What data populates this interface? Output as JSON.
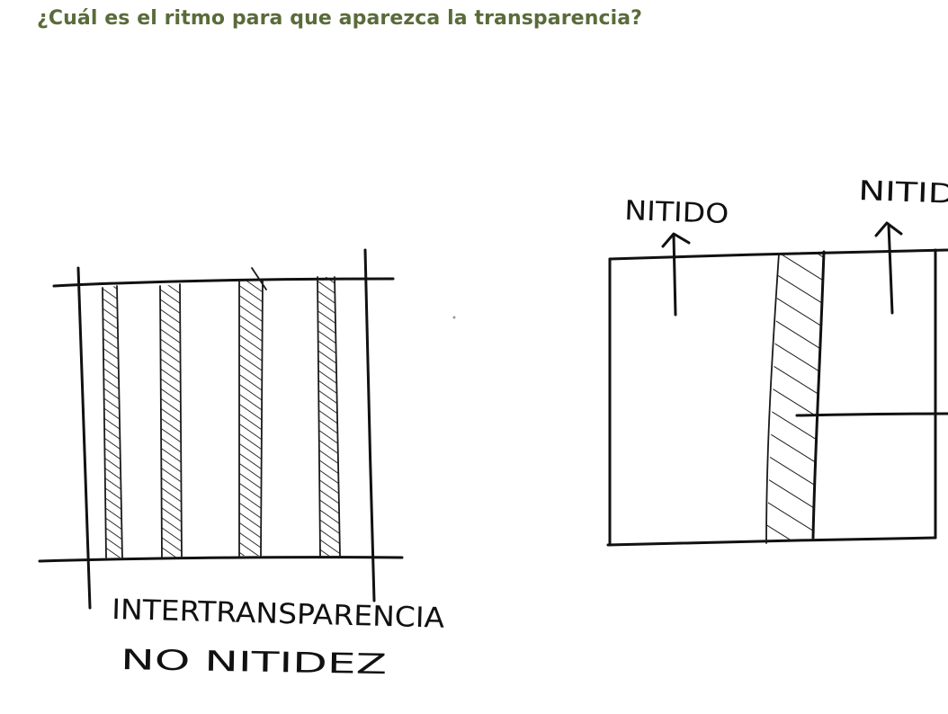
{
  "question": {
    "text": "¿Cuál es el ritmo para que aparezca la transparencia?",
    "color": "#5a6b3a"
  },
  "sketch_left": {
    "label_line1": "INTERTRANSPARENCIA",
    "label_line2": "NO NITIDEZ"
  },
  "sketch_right": {
    "label_a": "NITIDO",
    "label_b": "NITID"
  },
  "ink_color": "#111111"
}
